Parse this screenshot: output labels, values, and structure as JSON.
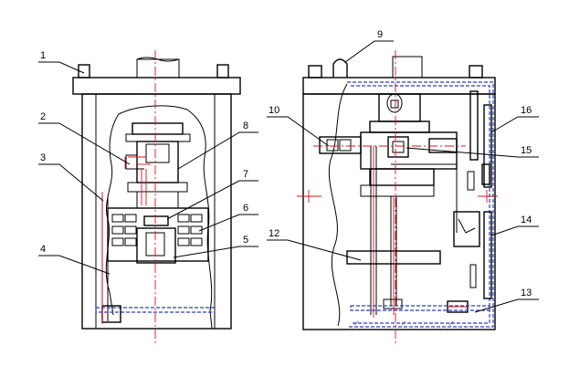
{
  "callouts": [
    {
      "id": "1",
      "label": "1"
    },
    {
      "id": "2",
      "label": "2"
    },
    {
      "id": "3",
      "label": "3"
    },
    {
      "id": "4",
      "label": "4"
    },
    {
      "id": "5",
      "label": "5"
    },
    {
      "id": "6",
      "label": "6"
    },
    {
      "id": "7",
      "label": "7"
    },
    {
      "id": "8",
      "label": "8"
    },
    {
      "id": "9",
      "label": "9"
    },
    {
      "id": "10",
      "label": "10"
    },
    {
      "id": "11",
      "label": "12"
    },
    {
      "id": "12",
      "label": "13"
    },
    {
      "id": "13",
      "label": "14"
    },
    {
      "id": "14",
      "label": "15"
    },
    {
      "id": "15",
      "label": "16"
    }
  ],
  "colors": {
    "outline": "#000000",
    "centerline": "#e0101a",
    "section": "#2a3fc0"
  }
}
